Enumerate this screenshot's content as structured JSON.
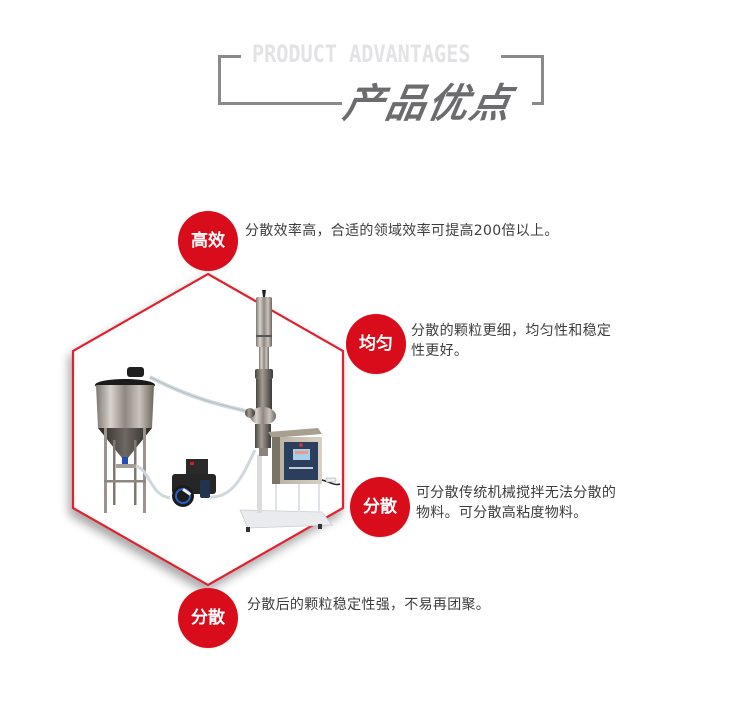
{
  "header": {
    "subtitle_en": "PRODUCT ADVANTAGES",
    "title_cn": "产品优点"
  },
  "colors": {
    "accent_red": "#d90c1c",
    "bracket_gray": "#8a8a8c",
    "title_gray": "#6c6c6e",
    "subtitle_gray": "#e3e3e5",
    "text_dark": "#3d3d3f"
  },
  "product_image": {
    "alt": "Ultrasonic dispersing equipment with stainless steel tank, peristaltic pump, ultrasonic transducer column and control generator"
  },
  "advantages": [
    {
      "badge": "高效",
      "lines": [
        "分散效率高，合适的领域效率可提高200倍以上。"
      ]
    },
    {
      "badge": "均匀",
      "lines": [
        "分散的颗粒更细，均匀性和稳定",
        "性更好。"
      ]
    },
    {
      "badge": "分散",
      "lines": [
        "可分散传统机械搅拌无法分散的",
        "物料。可分散高粘度物料。"
      ]
    },
    {
      "badge": "分散",
      "lines": [
        "分散后的颗粒稳定性强，不易再团聚。"
      ]
    }
  ]
}
